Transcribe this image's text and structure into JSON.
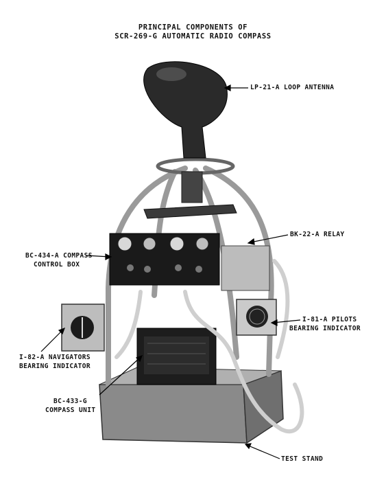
{
  "title": {
    "line1": "PRINCIPAL COMPONENTS OF",
    "line2": "SCR-269-G AUTOMATIC RADIO COMPASS"
  },
  "labels": {
    "loop_antenna": "LP-21-A LOOP ANTENNA",
    "relay": "BK-22-A RELAY",
    "control_box_1": "BC-434-A COMPASS",
    "control_box_2": "CONTROL BOX",
    "pilots_1": "I-81-A PILOTS",
    "pilots_2": "BEARING INDICATOR",
    "navigators_1": "I-82-A NAVIGATORS",
    "navigators_2": "BEARING INDICATOR",
    "compass_unit_1": "BC-433-G",
    "compass_unit_2": "COMPASS UNIT",
    "test_stand": "TEST STAND"
  }
}
